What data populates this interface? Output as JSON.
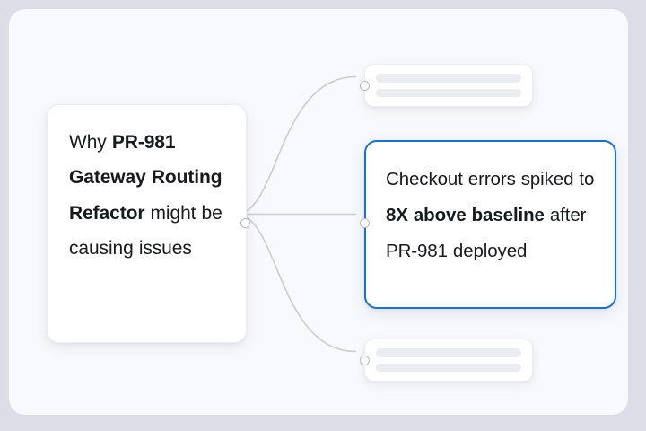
{
  "canvas": {
    "background_color": "#f8f9fc",
    "page_background_color": "#dcdde6"
  },
  "nodes": {
    "question": {
      "id": "question-node",
      "kind": "question",
      "text_plain": "Why PR-981 Gateway Routing Refactor might be causing issues",
      "segments": [
        {
          "text": "Why ",
          "bold": false
        },
        {
          "text": "PR-981 Gateway Routing Refactor",
          "bold": true
        },
        {
          "text": " might be causing issues",
          "bold": false
        }
      ],
      "selected": false,
      "border_color": "#eceef3",
      "background_color": "#ffffff",
      "text_color": "#18191c"
    },
    "evidence": {
      "id": "evidence-node",
      "kind": "evidence",
      "text_plain": "Checkout errors spiked to 8X above baseline after PR-981 deployed",
      "segments": [
        {
          "text": "Checkout errors spiked to ",
          "bold": false
        },
        {
          "text": "8X above baseline",
          "bold": true
        },
        {
          "text": " after PR-981 deployed",
          "bold": false
        }
      ],
      "selected": true,
      "border_color": "#1571d3",
      "background_color": "#ffffff",
      "text_color": "#18191c"
    },
    "placeholder_top": {
      "id": "placeholder-node-top",
      "kind": "skeleton",
      "lines": 2,
      "bar_color": "#ebecf1",
      "border_color": "#eceef3",
      "background_color": "#ffffff"
    },
    "placeholder_bottom": {
      "id": "placeholder-node-bottom",
      "kind": "skeleton",
      "lines": 2,
      "bar_color": "#ebecf1",
      "border_color": "#eceef3",
      "background_color": "#ffffff"
    }
  },
  "handles": {
    "color": "#b6b9c4",
    "fill": "#ffffff"
  },
  "edges": {
    "color": "#c9ccd6",
    "width": 1.6,
    "list": [
      {
        "from": "question",
        "to": "placeholder_top"
      },
      {
        "from": "question",
        "to": "evidence"
      },
      {
        "from": "question",
        "to": "placeholder_bottom"
      }
    ]
  }
}
